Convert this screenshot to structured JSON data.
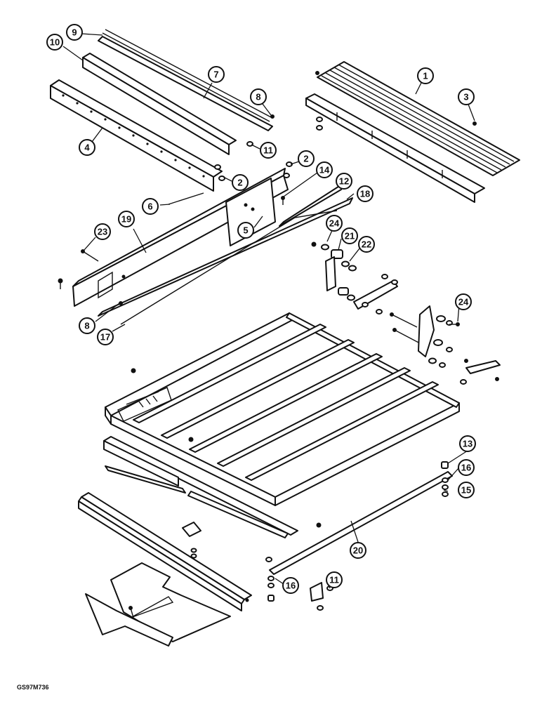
{
  "drawing_code": "GS97M736",
  "callouts": [
    "9",
    "10",
    "7",
    "8",
    "11",
    "4",
    "2",
    "2",
    "6",
    "14",
    "12",
    "18",
    "5",
    "19",
    "23",
    "1",
    "3",
    "24",
    "21",
    "22",
    "24",
    "8",
    "17",
    "13",
    "16",
    "15",
    "20",
    "11",
    "16"
  ],
  "colors": {
    "ink": "#111111",
    "paper": "#ffffff"
  }
}
